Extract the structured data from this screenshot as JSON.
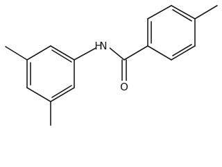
{
  "molecule": {
    "atoms": {
      "amide_nitrogen": "N",
      "amide_hydrogen": "H",
      "carbonyl_oxygen": "O"
    },
    "colors": {
      "bond": "#1a1a1a",
      "label": "#1a1a1a",
      "background": "#ffffff"
    }
  }
}
